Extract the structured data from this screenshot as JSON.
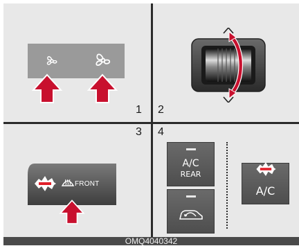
{
  "quadrant_numbers": {
    "q1": "1",
    "q2": "2",
    "q3": "3",
    "q4": "4"
  },
  "icons": {
    "fan_low": "fan-low-icon",
    "fan_high": "fan-high-icon",
    "rotary_knob": "rotary-knob-icon",
    "front_defrost": "front-defrost-icon",
    "recirculation": "air-recirculation-icon",
    "press_arrow": "red-arrow-icon"
  },
  "buttons": {
    "front_defrost_label": "FRONT",
    "ac_rear_line1": "A/C",
    "ac_rear_line2": "REAR",
    "ac_label": "A/C"
  },
  "caption": "OMQ4040342",
  "colors": {
    "arrow_red": "#c8102e",
    "indicator_lit": "#e0202a",
    "button_dark": "#555555",
    "panel_gray": "#e8e8e8"
  }
}
